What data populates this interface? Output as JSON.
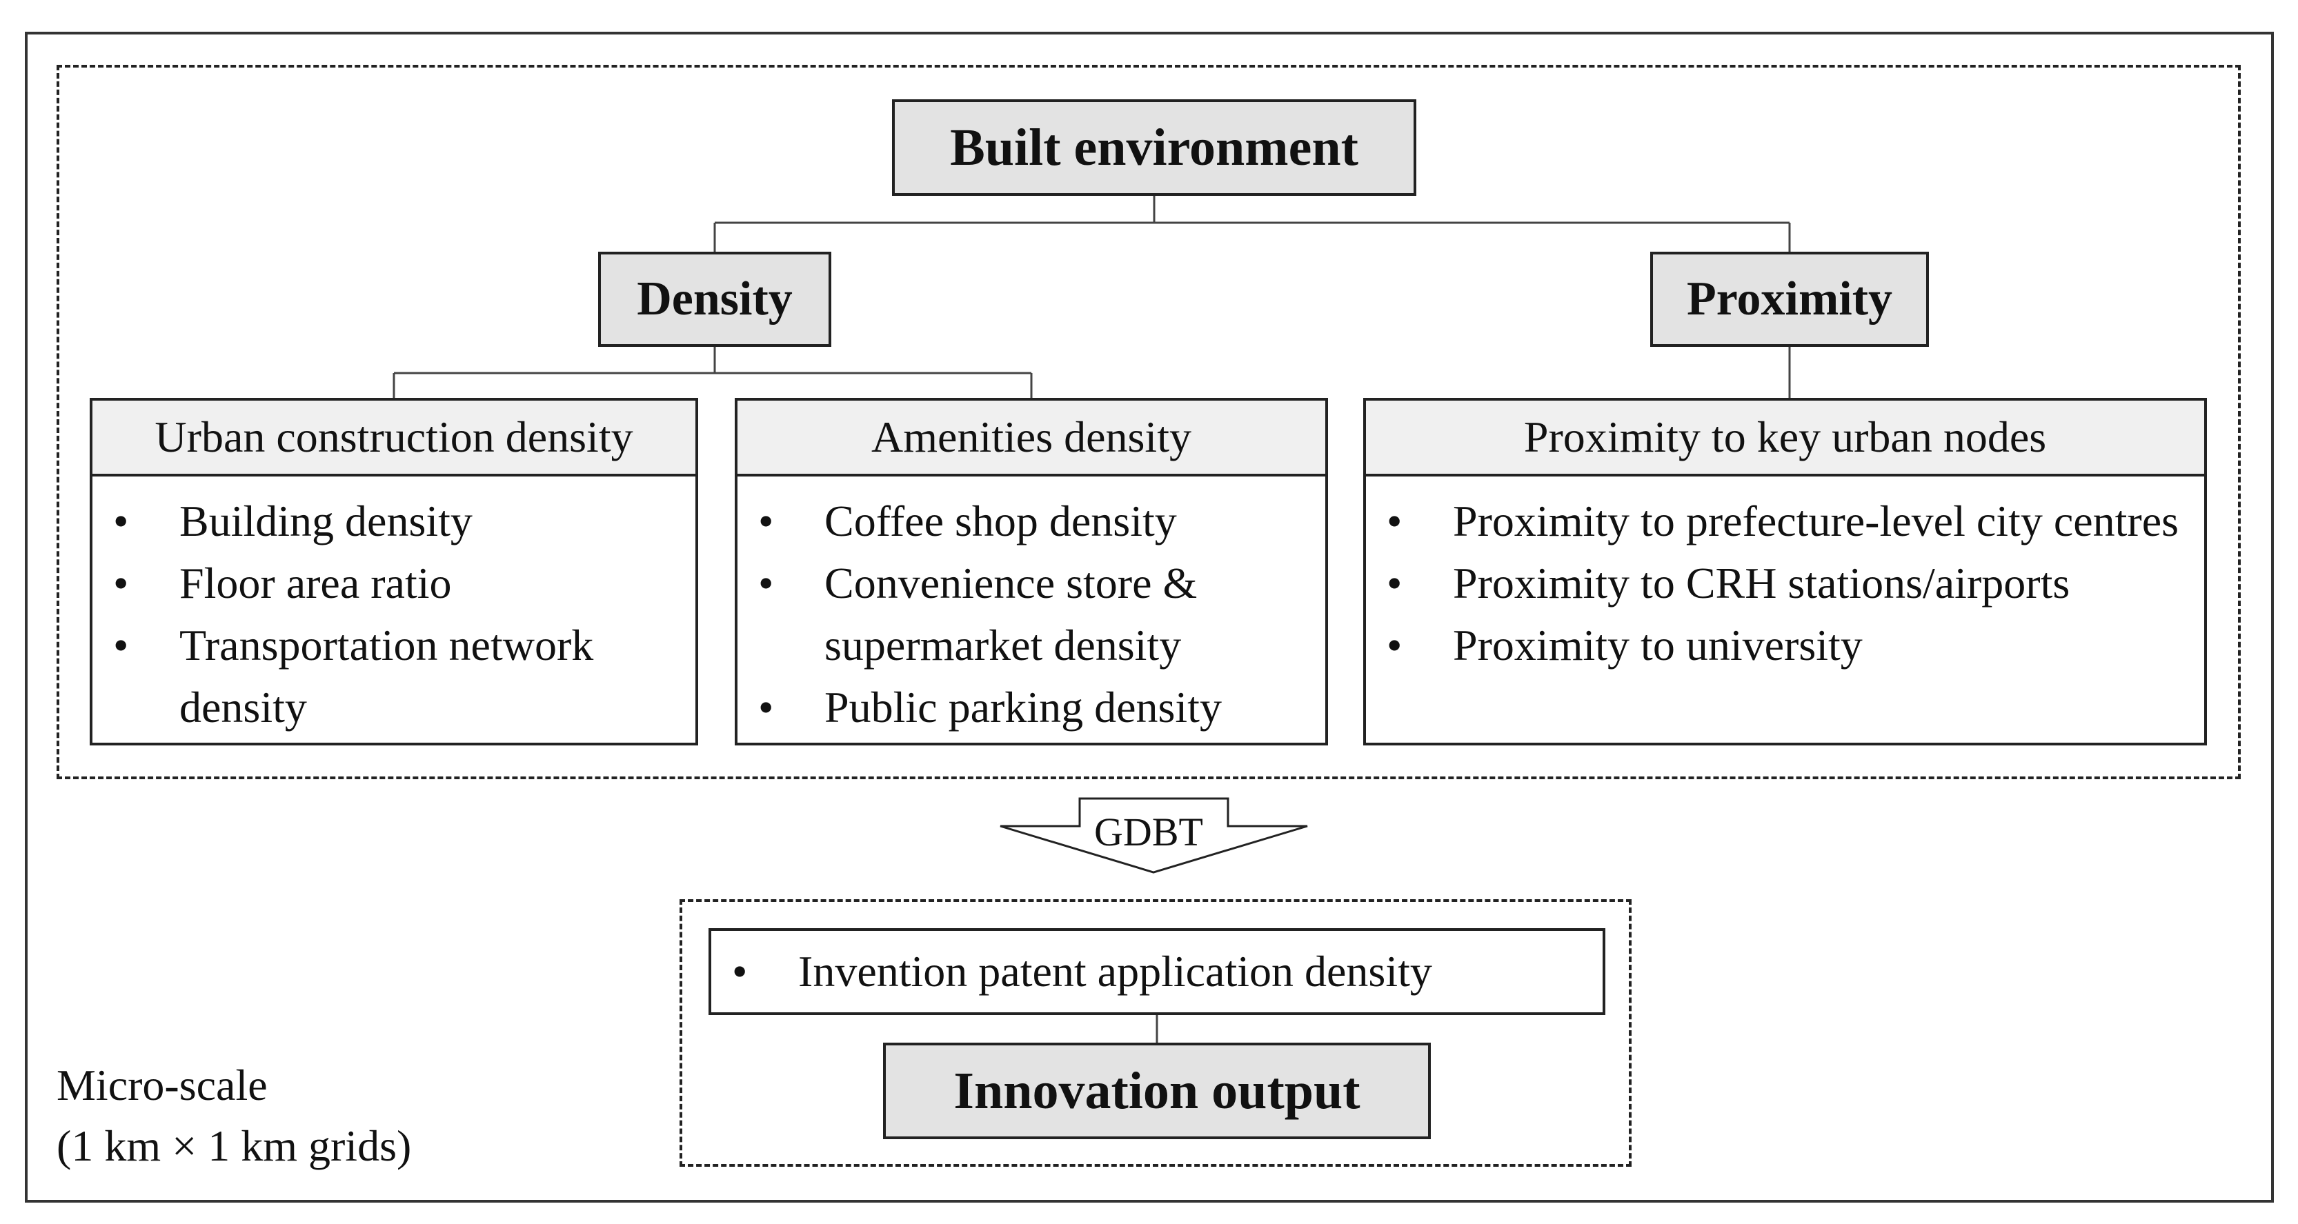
{
  "top": {
    "title": "Built environment"
  },
  "branches": {
    "density": "Density",
    "proximity": "Proximity"
  },
  "categories": [
    {
      "title": "Urban construction density",
      "items": [
        "Building density",
        "Floor area ratio",
        "Transportation network density"
      ]
    },
    {
      "title": "Amenities density",
      "items": [
        "Coffee shop density",
        "Convenience store & supermarket density",
        "Public parking density"
      ]
    },
    {
      "title": "Proximity to key urban nodes",
      "items": [
        "Proximity to prefecture-level city centres",
        "Proximity to CRH stations/airports",
        "Proximity to university"
      ]
    }
  ],
  "method": "GDBT",
  "output": {
    "indicator": "Invention patent application density",
    "title": "Innovation output"
  },
  "scale": {
    "line1": "Micro-scale",
    "line2": "(1 km × 1 km grids)"
  }
}
